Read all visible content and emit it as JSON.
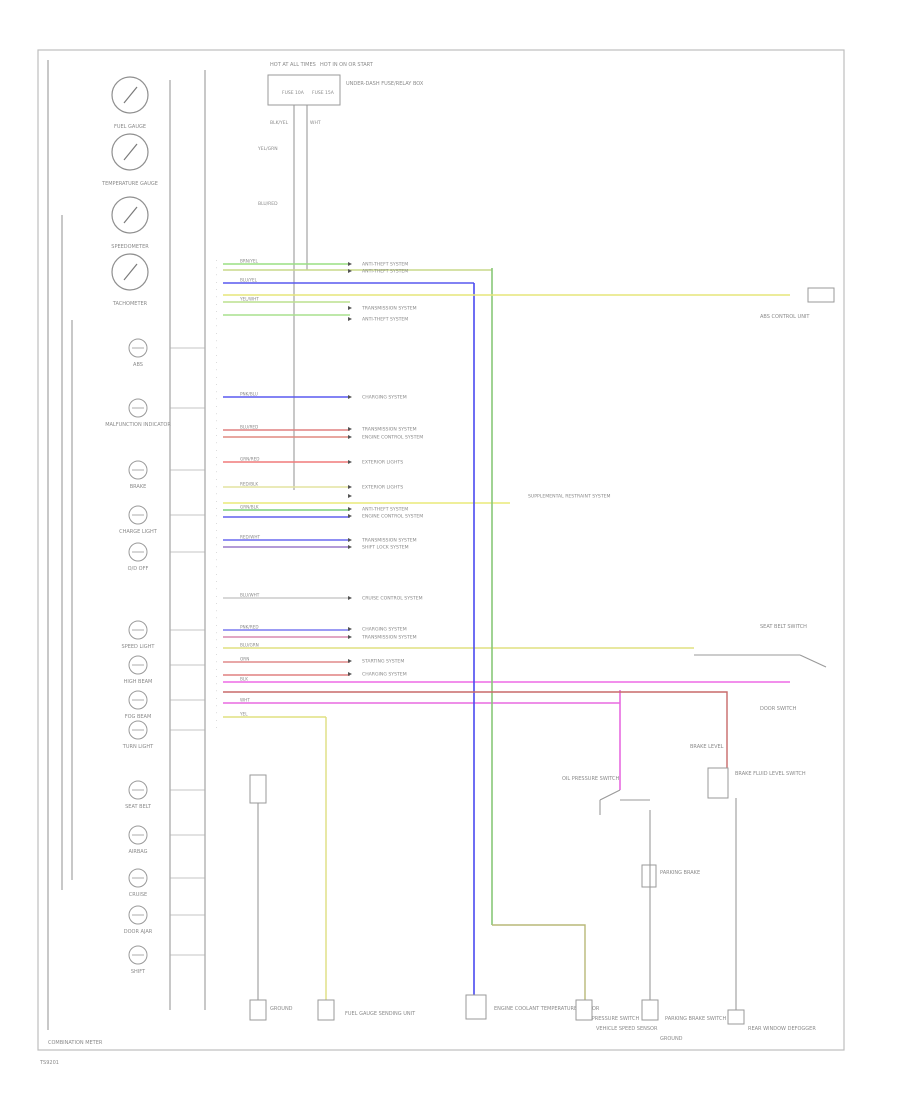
{
  "diagram": {
    "footer_code": "TS9201",
    "cluster_label": "COMBINATION METER",
    "gauges": [
      "FUEL GAUGE",
      "TEMPERATURE GAUGE",
      "SPEEDOMETER",
      "TACHOMETER"
    ],
    "indicators": [
      "ABS",
      "MALFUNCTION INDICATOR",
      "BRAKE",
      "CHARGE LIGHT",
      "O/D OFF",
      "SPEED LIGHT",
      "HIGH BEAM",
      "FOG BEAM",
      "TURN LIGHT",
      "SEAT BELT",
      "AIRBAG",
      "CRUISE",
      "DOOR AJAR",
      "SHIFT"
    ],
    "top_fuse_left": "HOT AT ALL TIMES",
    "top_fuse_right": "HOT IN ON OR START",
    "fuse_box_label": "UNDER-DASH FUSE/RELAY BOX",
    "fuse_labels": [
      "FUSE 10A",
      "FUSE 15A"
    ],
    "vertical_labels": [
      "BLK/YEL",
      "WHT",
      "YEL/GRN",
      "BLU/RED"
    ],
    "destinations": [
      "ANTI-THEFT SYSTEM",
      "ANTI-THEFT SYSTEM",
      "TRANSMISSION SYSTEM",
      "ANTI-THEFT SYSTEM",
      "CHARGING SYSTEM",
      "TRANSMISSION SYSTEM",
      "ENGINE CONTROL SYSTEM",
      "EXTERIOR LIGHTS",
      "EXTERIOR LIGHTS",
      "SUPPLEMENTAL RESTRAINT SYSTEM",
      "ANTI-THEFT SYSTEM",
      "ENGINE CONTROL SYSTEM",
      "TRANSMISSION SYSTEM",
      "SHIFT LOCK SYSTEM",
      "CRUISE CONTROL SYSTEM",
      "CHARGING SYSTEM",
      "TRANSMISSION SYSTEM",
      "STARTING SYSTEM",
      "CHARGING SYSTEM"
    ],
    "wire_colors": [
      "BRN/YEL",
      "BLU/YEL",
      "YEL/WHT",
      "PNK/BLU",
      "BLU/RED",
      "GRN/RED",
      "RED/BLK",
      "GRN/BLK",
      "RED/WHT",
      "BLU/WHT",
      "PNK/RED",
      "BLU/GRN",
      "ORN",
      "BLK",
      "WHT",
      "YEL"
    ],
    "right_labels": [
      "ABS CONTROL UNIT",
      "SEAT BELT SWITCH",
      "DOOR SWITCH",
      "BRAKE FLUID LEVEL SWITCH",
      "OIL PRESSURE SWITCH",
      "PARKING BRAKE SWITCH"
    ],
    "bottom_labels": [
      "GROUND",
      "FUEL GAUGE SENDING UNIT",
      "ENGINE COOLANT TEMPERATURE SENSOR",
      "VEHICLE SPEED SENSOR",
      "GROUND",
      "REAR WINDOW DEFOGGER"
    ],
    "aux_labels": [
      "OIL PRESSURE SWITCH",
      "BRAKE LEVEL",
      "PARKING BRAKE"
    ]
  }
}
